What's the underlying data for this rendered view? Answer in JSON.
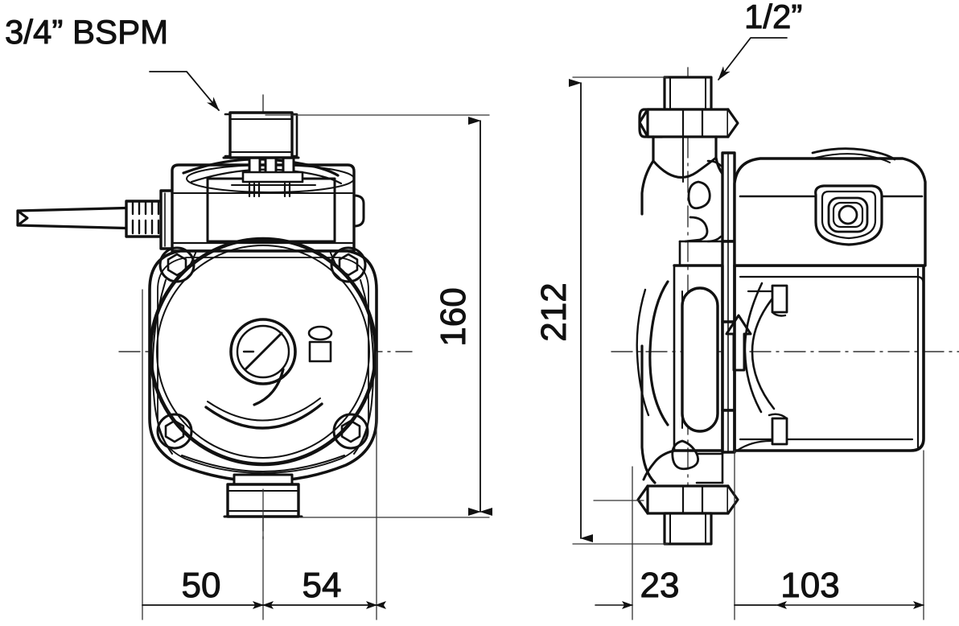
{
  "drawing": {
    "title": "Circulator pump dimensional drawing",
    "units": "mm",
    "line_color": "#111111",
    "thin_line_color": "#222222",
    "background": "#ffffff"
  },
  "annotations": {
    "thread_front": "3/4” BSPM",
    "thread_side": "1/2”"
  },
  "dimensions": {
    "height_front": "160",
    "height_side": "212",
    "width_left": "50",
    "width_right": "54",
    "depth_front": "23",
    "depth_body": "103"
  },
  "views": {
    "front": {
      "name": "front-view",
      "features": [
        "cable-gland",
        "terminal-box",
        "top-port",
        "bottom-port",
        "motor-housing",
        "vent-screw",
        "nameplate-button",
        "bolt-top-left",
        "bolt-top-right",
        "bolt-bottom-left",
        "bolt-bottom-right"
      ]
    },
    "side": {
      "name": "side-view",
      "features": [
        "union-nut-top",
        "union-nut-bottom",
        "pipe-top",
        "pipe-bottom",
        "flow-arrow",
        "motor-body",
        "terminal-cover",
        "selector-knob"
      ]
    }
  },
  "chart_data": {
    "type": "table",
    "title": "Pump overall dimensions (mm)",
    "categories": [
      "160",
      "212",
      "50",
      "54",
      "23",
      "103"
    ],
    "values": [
      160,
      212,
      50,
      54,
      23,
      103
    ]
  }
}
